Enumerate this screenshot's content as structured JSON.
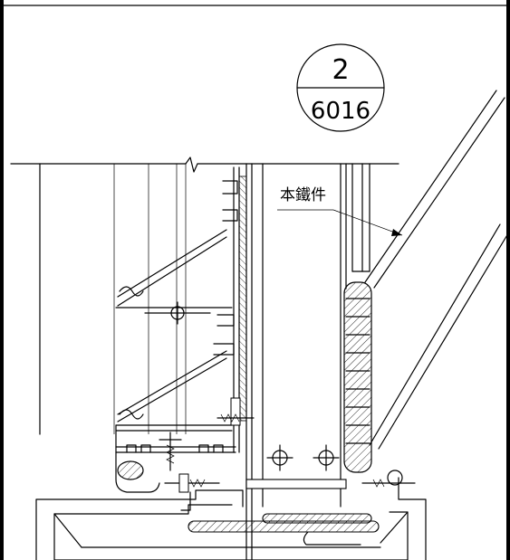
{
  "detail_marker": {
    "number": "2",
    "sheet": "6016"
  },
  "callout": {
    "text": "本鐵件"
  }
}
